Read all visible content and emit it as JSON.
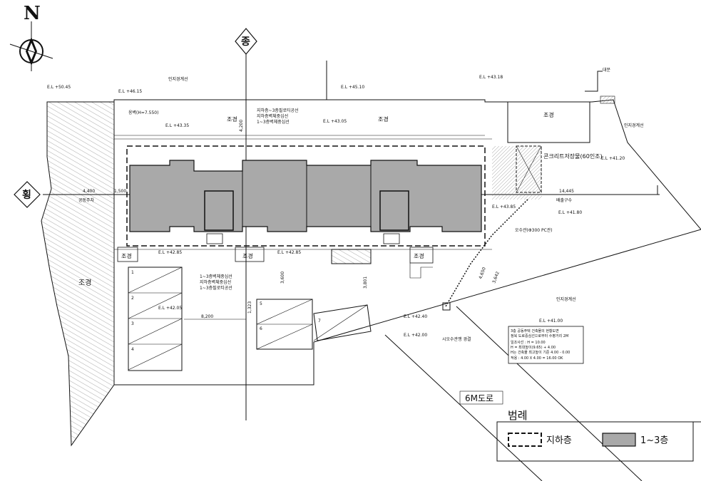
{
  "north_label": "N",
  "axis_labels": {
    "vertical": "종",
    "horizontal": "횡"
  },
  "annotations": {
    "el_1": "E.L +50.45",
    "el_2": "E.L +46.15",
    "el_3": "E.L +45.10",
    "el_4": "E.L +43.18",
    "el_5": "E.L +43.35",
    "el_6": "E.L +43.85",
    "el_7": "E.L +41.20",
    "el_8": "E.L +43.05",
    "el_9": "E.L +41.80",
    "el_10": "E.L +42.85",
    "el_11": "E.L +42.85",
    "el_12": "E.L +42.05",
    "el_13": "E.L +42.40",
    "el_14": "E.L +42.00",
    "el_15": "E.L +41.00",
    "boundary_top": "인지경계선",
    "boundary_right": "인지경계선",
    "boundary_low": "인지경계선",
    "retaining_wall": "옹벽(H=7.550)",
    "top_legend_1": "지하층~3층필로티공선",
    "top_legend_2": "지하층벽체중심선",
    "top_legend_3": "1~3층벽체중심선",
    "mid_legend_1": "1~3층벽체중심선",
    "mid_legend_2": "지하층벽체중심선",
    "mid_legend_3": "1~3층필로티공선",
    "landscape_1": "조경",
    "landscape_2": "조경",
    "landscape_3": "조경",
    "landscape_4": "조경",
    "landscape_5": "조경",
    "landscape_6": "조경",
    "landscape_left": "조경",
    "tank": "콘크리트저장물(60인조)",
    "corner_label": "대문",
    "dim_4200": "4,200",
    "dim_1500": "1,500",
    "dim_4400": "4,400",
    "dim_1445": "14,445",
    "dim_8200": "8,200",
    "dim_3600": "3,600",
    "dim_3801": "3,801",
    "dim_1323": "1,323",
    "dim_3642": "3,642",
    "dim_4650": "4,650",
    "left_small": "공동주차",
    "gate_text": "배출구수",
    "sewer": "오수관(Φ300 PC관)",
    "manhole": "시오수관맹 경결",
    "road": "6M도로",
    "parking": [
      "1",
      "2",
      "3",
      "4",
      "5",
      "6",
      "7"
    ],
    "info_box": [
      "3층 공동주택 건축물의 현황도면",
      "정북 도로중심선으로부터 수평거리 2M",
      "일조사선 : H = 10.00",
      "H = 최대높이(9.65) + 4.00",
      "H는 건축물 최고높이 기준 4.00 - 0.00",
      "적용 : 4.00 X 4.00 = 16.00 OK"
    ]
  },
  "legend": {
    "title": "범례",
    "items": [
      {
        "label": "지하층",
        "style": "dashed"
      },
      {
        "label": "1~3층",
        "style": "gray-fill",
        "color": "#a9a9a9"
      }
    ]
  }
}
